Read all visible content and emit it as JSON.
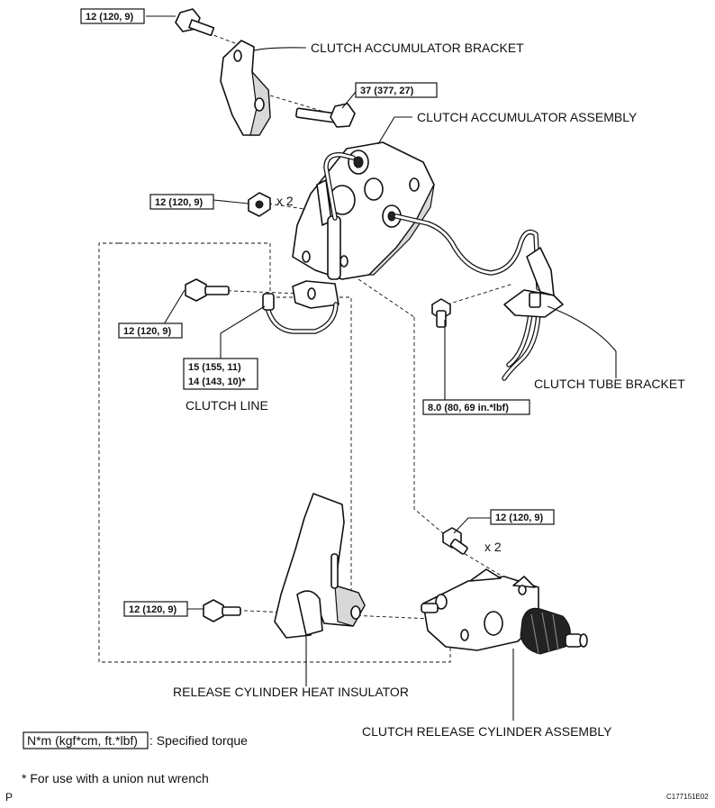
{
  "labels": {
    "accumulator_bracket": "CLUTCH ACCUMULATOR BRACKET",
    "accumulator_assembly": "CLUTCH ACCUMULATOR ASSEMBLY",
    "clutch_line": "CLUTCH LINE",
    "tube_bracket": "CLUTCH TUBE BRACKET",
    "heat_insulator": "RELEASE CYLINDER HEAT INSULATOR",
    "release_cylinder": "CLUTCH RELEASE CYLINDER ASSEMBLY"
  },
  "torques": {
    "t_top_bolt": "12 (120, 9)",
    "t_bracket_bolt": "37 (377, 27)",
    "t_nut": "12 (120, 9)",
    "t_line_bolt": "12 (120, 9)",
    "t_union_1": "15 (155, 11)",
    "t_union_2": "14 (143, 10)*",
    "t_tube_bolt": "8.0 (80, 69 in.*lbf)",
    "t_cyl_bolt": "12 (120, 9)",
    "t_insul_bolt": "12 (120, 9)"
  },
  "multipliers": {
    "nut_qty": "x 2",
    "cyl_bolt_qty": "x 2"
  },
  "legend": {
    "torque_box": "N*m (kgf*cm, ft.*lbf)",
    "torque_desc": ": Specified torque",
    "footnote": "* For use with a union nut wrench"
  },
  "corner": {
    "left_mark": "P",
    "figure_code": "C177151E02"
  }
}
